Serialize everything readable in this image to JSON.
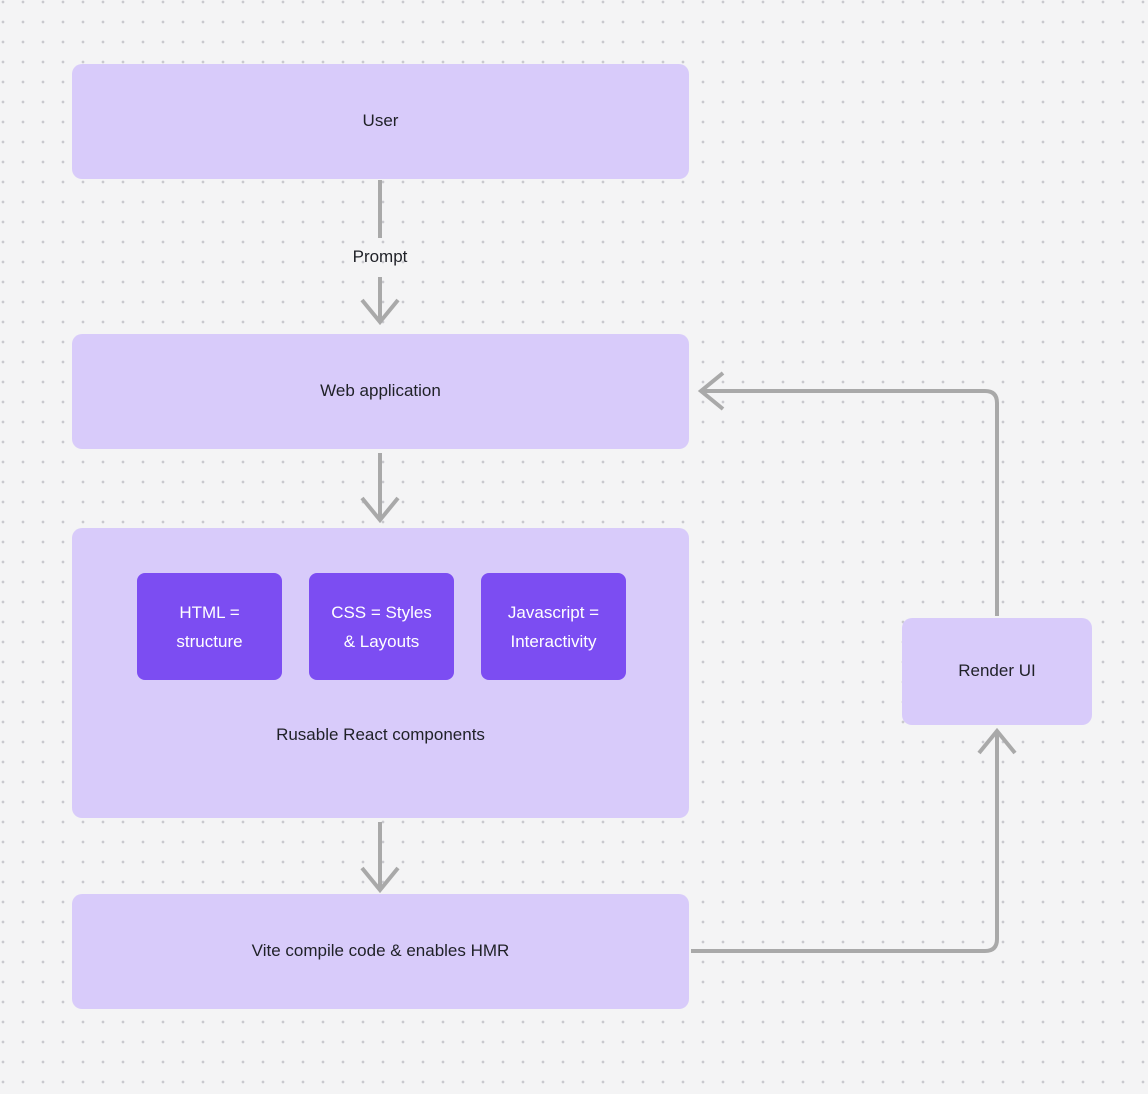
{
  "canvas": {
    "background_color": "#f4f4f5",
    "dot_color": "#c9c9ce",
    "node_fill": "#d8cbfa",
    "chip_fill": "#7c4df2",
    "edge_color": "#a9a9a9",
    "text_color": "#1f2127",
    "chip_text_color": "#ffffff"
  },
  "nodes": {
    "user": {
      "label": "User"
    },
    "web_application": {
      "label": "Web application"
    },
    "components": {
      "caption": "Rusable React components",
      "chips": [
        {
          "label": "HTML =\nstructure"
        },
        {
          "label": "CSS = Styles\n& Layouts"
        },
        {
          "label": "Javascript =\nInteractivity"
        }
      ]
    },
    "vite": {
      "label": "Vite compile code & enables HMR"
    },
    "render_ui": {
      "label": "Render UI"
    }
  },
  "edges": {
    "user_to_web": {
      "label": "Prompt"
    },
    "web_to_components": {
      "label": ""
    },
    "components_to_vite": {
      "label": ""
    },
    "vite_to_render": {
      "label": ""
    },
    "render_to_web": {
      "label": ""
    }
  }
}
